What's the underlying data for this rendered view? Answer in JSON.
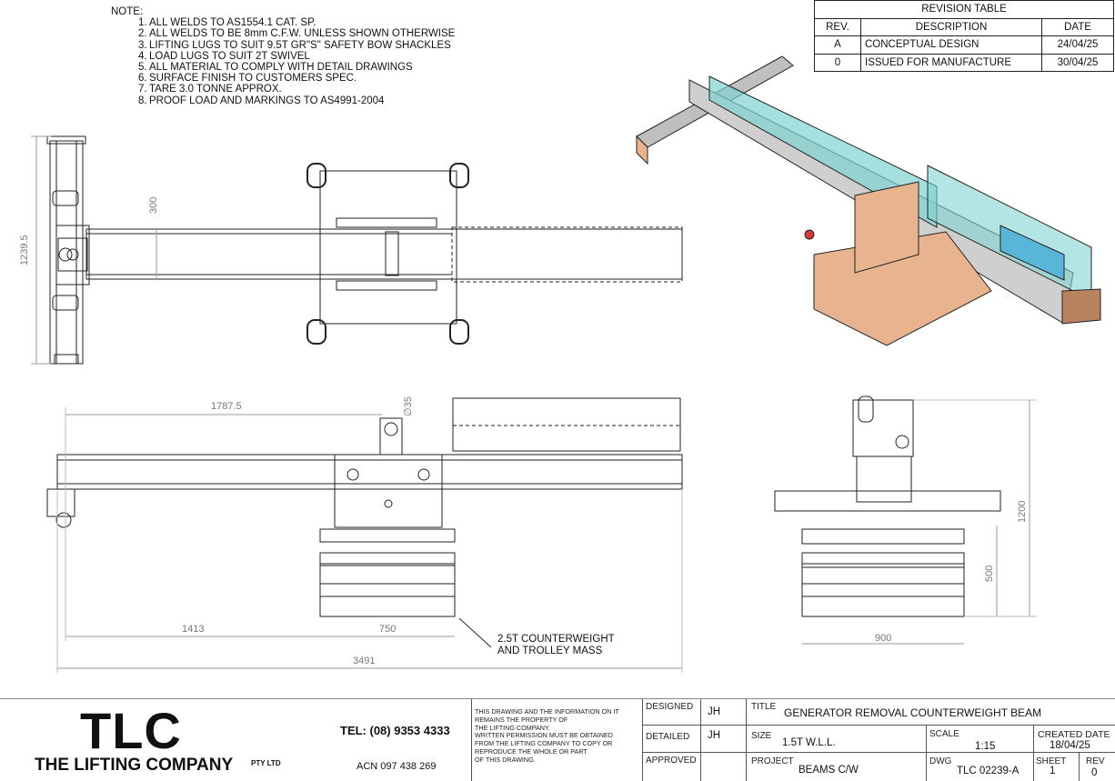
{
  "notes": {
    "heading": "NOTE:",
    "items": [
      {
        "n": "1.",
        "text": "ALL WELDS TO AS1554.1 CAT. SP."
      },
      {
        "n": "2.",
        "text": "ALL WELDS TO BE 8mm C.F.W. UNLESS SHOWN OTHERWISE"
      },
      {
        "n": "3.",
        "text": "LIFTING LUGS TO SUIT 9.5T GR\"S\" SAFETY BOW SHACKLES"
      },
      {
        "n": "4.",
        "text": "LOAD LUGS TO SUIT 2T SWIVEL"
      },
      {
        "n": "5.",
        "text": "ALL MATERIAL TO COMPLY WITH DETAIL DRAWINGS"
      },
      {
        "n": "6.",
        "text": "SURFACE FINISH TO CUSTOMERS SPEC."
      },
      {
        "n": "7.",
        "text": "TARE 3.0 TONNE APPROX."
      },
      {
        "n": "8.",
        "text": "PROOF LOAD AND MARKINGS TO AS4991-2004"
      }
    ]
  },
  "revision_table": {
    "title": "REVISION TABLE",
    "headers": [
      "REV.",
      "DESCRIPTION",
      "DATE"
    ],
    "rows": [
      [
        "A",
        "CONCEPTUAL DESIGN",
        "24/04/25"
      ],
      [
        "0",
        "ISSUED FOR MANUFACTURE",
        "30/04/25"
      ]
    ]
  },
  "dimensions": {
    "top_view_height": "1239.5",
    "top_view_300": "300",
    "dia_35": "∅35",
    "length_1787": "1787.5",
    "length_1413": "1413",
    "length_750": "750",
    "length_3491": "3491",
    "width_900": "900",
    "height_1200": "1200",
    "height_500": "500"
  },
  "callout": {
    "line1": "2.5T COUNTERWEIGHT",
    "line2": "AND TROLLEY MASS"
  },
  "title_block": {
    "logo": "TLC",
    "company": "THE LIFTING COMPANY",
    "company_suffix": "PTY LTD",
    "tel": "TEL: (08) 9353 4333",
    "acn": "ACN 097 438 269",
    "disclaimer": [
      "THIS DRAWING AND THE INFORMATION ON IT",
      "REMAINS THE PROPERTY OF",
      "THE LIFTING COMPANY.",
      "WRITTEN PERMISSION MUST BE OBTAINED",
      "FROM THE LIFTING COMPANY TO COPY OR",
      "REPRODUCE THE WHOLE OR PART",
      "OF THIS DRAWING."
    ],
    "designed_label": "DESIGNED",
    "designed": "JH",
    "detailed_label": "DETAILED",
    "detailed": "JH",
    "approved_label": "APPROVED",
    "approved": "",
    "title_label": "TITLE",
    "title": "GENERATOR REMOVAL COUNTERWEIGHT BEAM",
    "size_label": "SIZE",
    "size": "1.5T W.L.L.",
    "scale_label": "SCALE",
    "scale": "1:15",
    "created_label": "CREATED DATE",
    "created": "18/04/25",
    "project_label": "PROJECT",
    "project": "BEAMS C/W",
    "dwg_label": "DWG",
    "dwg": "TLC 02239-A",
    "sheet_label": "SHEET",
    "sheet": "1",
    "rev_label": "REV",
    "rev": "0"
  },
  "colors": {
    "line": "#222222",
    "copper": "#e8b48f",
    "copper_dark": "#b8845f",
    "teal": "#7fd3d0",
    "teal_dark": "#3a9a98",
    "motor_blue": "#5ab6d8",
    "grey_beam": "#bfbfbf",
    "red_lug": "#d23a3a"
  }
}
